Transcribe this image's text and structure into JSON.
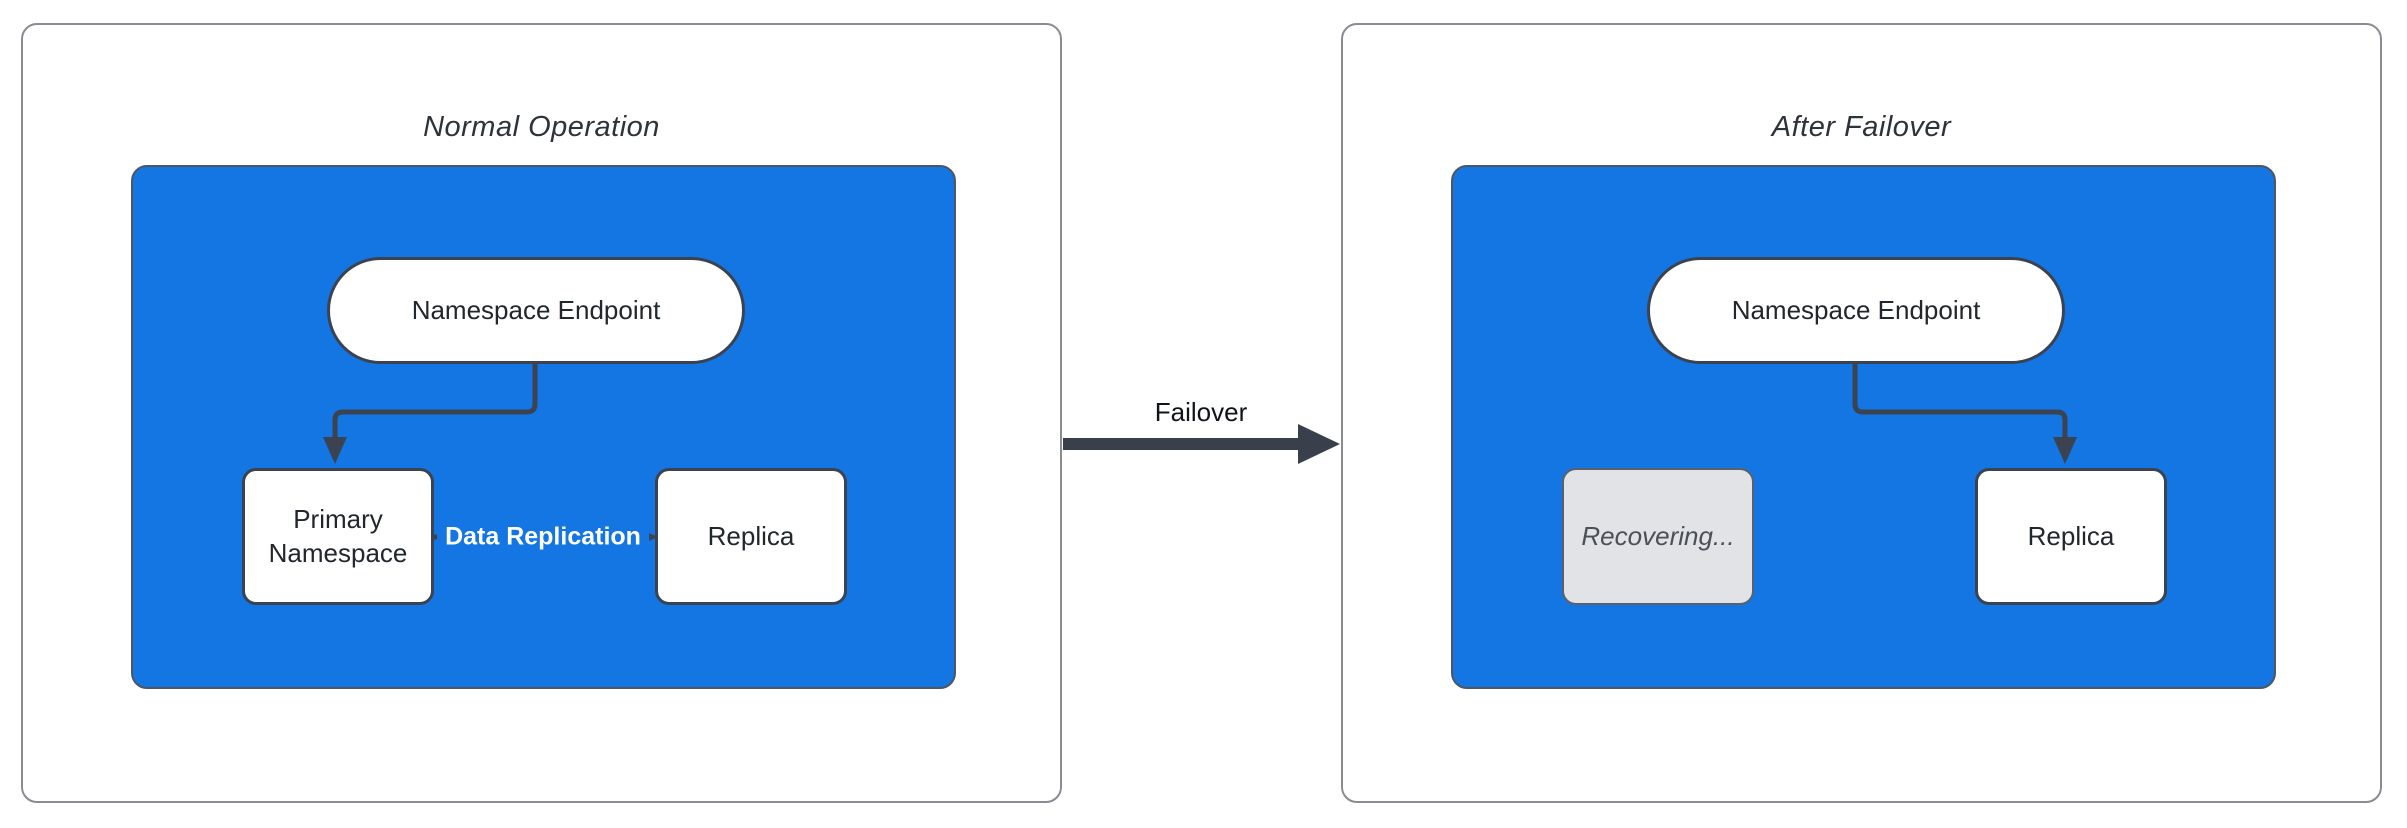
{
  "diagram": {
    "transition": {
      "label": "Failover"
    },
    "panels": [
      {
        "title": "Normal Operation",
        "nodes": {
          "endpoint": "Namespace Endpoint",
          "left_box": "Primary Namespace",
          "right_box": "Replica"
        },
        "edges": {
          "replication_label": "Data Replication"
        }
      },
      {
        "title": "After Failover",
        "nodes": {
          "endpoint": "Namespace Endpoint",
          "left_box": "Recovering...",
          "right_box": "Replica"
        }
      }
    ],
    "colors": {
      "container_blue": "#1476e3",
      "stroke_dark": "#3b4250",
      "node_fill": "#ffffff",
      "disabled_fill": "#e2e3e6",
      "panel_border": "#898c91"
    }
  }
}
